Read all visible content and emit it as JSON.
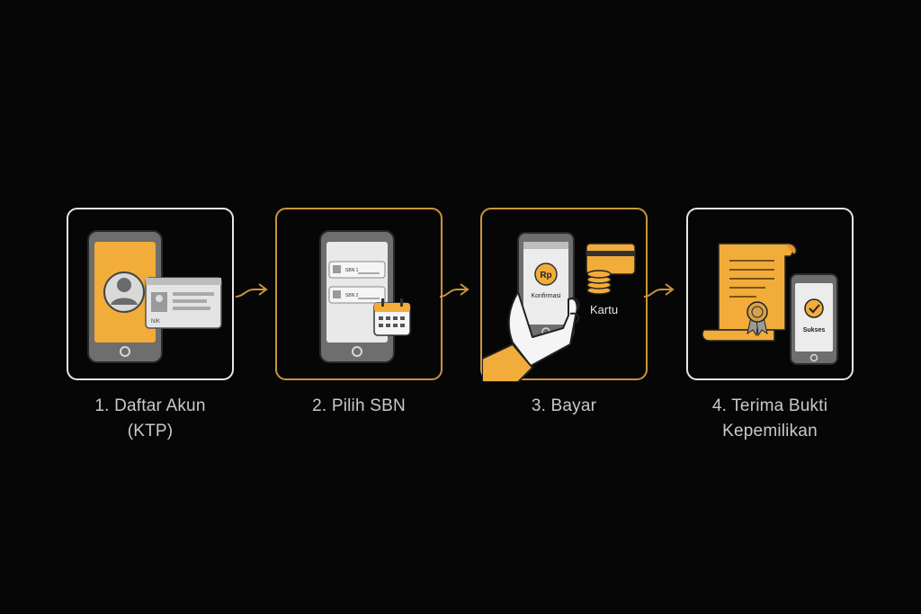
{
  "colors": {
    "background": "#060606",
    "accent": "#f2ac3a",
    "panel_border_white": "#e6e6e6",
    "panel_border_accent": "#c9943d",
    "label_text": "#c9c9c9"
  },
  "steps": [
    {
      "label_line1": "1. Daftar Akun",
      "label_line2": "(KTP)",
      "icons": [
        "smartphone-icon",
        "user-avatar-icon",
        "id-card-icon"
      ],
      "card_text": "NIK"
    },
    {
      "label_line1": "2. Pilih SBN",
      "label_line2": "",
      "icons": [
        "smartphone-icon",
        "calendar-icon"
      ],
      "list_items": [
        "SBN 1",
        "SBN 2"
      ]
    },
    {
      "label_line1": "3. Bayar",
      "label_line2": "",
      "icons": [
        "hand-holding-phone-icon",
        "rupiah-coin-icon",
        "credit-card-icon",
        "coin-stack-icon"
      ],
      "coin_text": "Rp",
      "screen_text": "Konfirmasi",
      "card_label": "Kartu"
    },
    {
      "label_line1": "4. Terima Bukti",
      "label_line2": "Kepemilikan",
      "icons": [
        "certificate-scroll-icon",
        "ribbon-seal-icon",
        "smartphone-icon",
        "check-circle-icon"
      ],
      "screen_text": "Sukses"
    }
  ]
}
